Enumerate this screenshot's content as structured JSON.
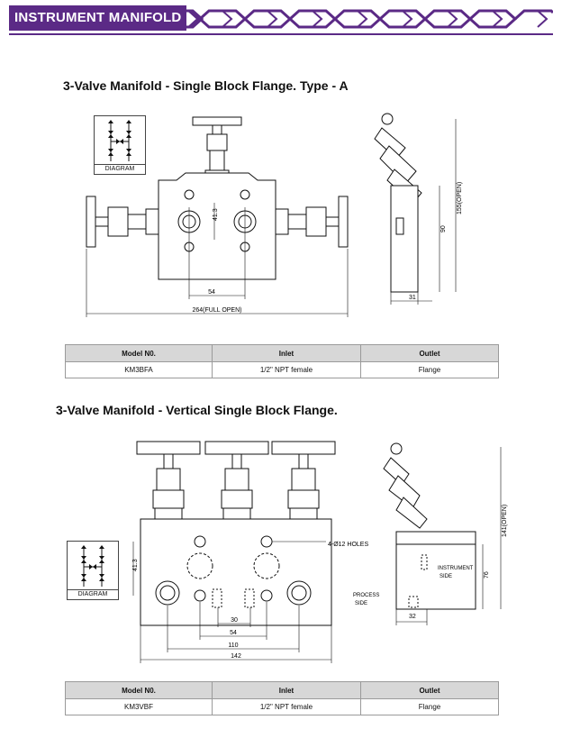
{
  "header": {
    "title": "INSTRUMENT MANIFOLD",
    "accent": "#5b2a86"
  },
  "section1": {
    "title": "3-Valve Manifold - Single Block Flange. Type - A",
    "diagram_label": "DIAGRAM",
    "dims": {
      "d41_3": "41.3",
      "d54": "54",
      "d264": "264(FULL OPEN)",
      "d90": "90",
      "d155": "155(OPEN)",
      "d31": "31"
    },
    "table": {
      "headers": [
        "Model N0.",
        "Inlet",
        "Outlet"
      ],
      "rows": [
        [
          "KM3BFA",
          "1/2\" NPT female",
          "Flange"
        ]
      ]
    }
  },
  "section2": {
    "title": "3-Valve Manifold - Vertical Single Block Flange.",
    "diagram_label": "DIAGRAM",
    "dims": {
      "holes": "4-Ø12 HOLES",
      "d41_3": "41.3",
      "d30": "30",
      "d54": "54",
      "d110": "110",
      "d142": "142",
      "d141": "141(OPEN)",
      "d76": "76",
      "d32": "32",
      "instrument": "INSTRUMENT",
      "side": "SIDE",
      "process": "PROCESS",
      "side2": "SIDE"
    },
    "table": {
      "headers": [
        "Model N0.",
        "Inlet",
        "Outlet"
      ],
      "rows": [
        [
          "KM3VBF",
          "1/2\" NPT female",
          "Flange"
        ]
      ]
    }
  }
}
